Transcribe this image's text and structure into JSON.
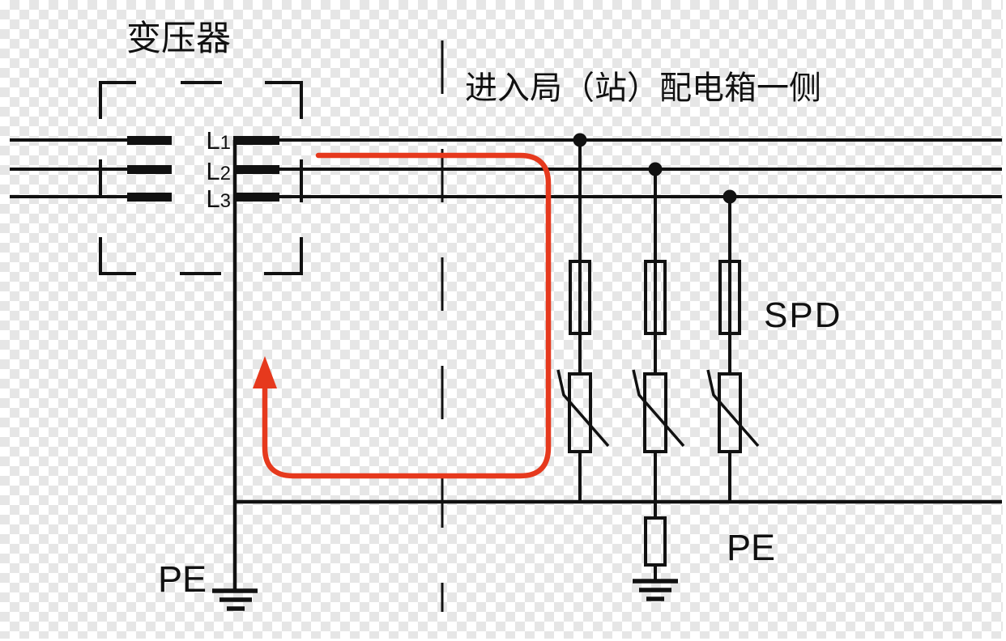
{
  "colors": {
    "line": "#111111",
    "accent_red": "#e6391d",
    "checker_dark": "#e6e6e6",
    "checker_light": "#ffffff"
  },
  "labels": {
    "transformer": "变压器",
    "station_side": "进入局（站）配电箱一侧",
    "spd": "SPD",
    "pe_left": "PE",
    "pe_right": "PE",
    "phases": [
      {
        "letter": "L",
        "num": "1"
      },
      {
        "letter": "L",
        "num": "2"
      },
      {
        "letter": "L",
        "num": "3"
      }
    ]
  }
}
